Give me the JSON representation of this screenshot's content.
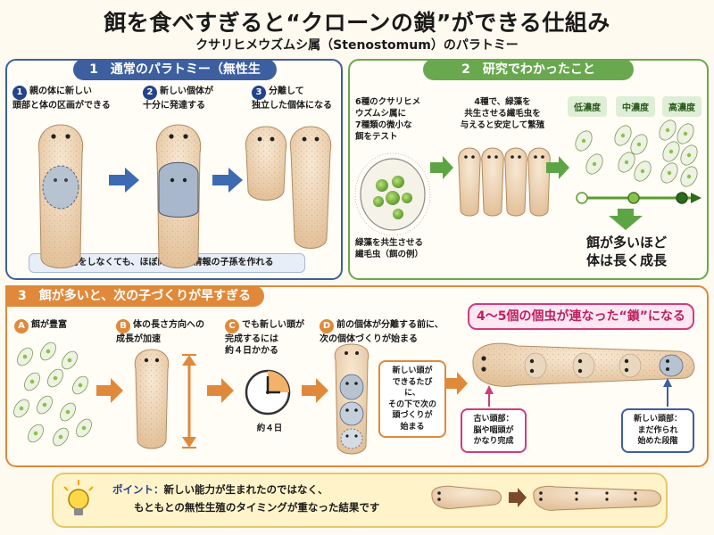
{
  "header": {
    "title": "餌を食べすぎると“クローンの鎖”ができる仕組み",
    "subtitle": "クサリヒメウズムシ属（Stenostomum）のパラトミー"
  },
  "panel1": {
    "title": "1　通常のパラトミー（無性生殖）",
    "steps": [
      {
        "num": "1",
        "text": "親の体に新しい\n頭部と体の区画ができる"
      },
      {
        "num": "2",
        "text": "新しい個体が\n十分に発達する"
      },
      {
        "num": "3",
        "text": "分離して\n独立した個体になる"
      }
    ],
    "note": "交尾をしなくても、ほぼ同じ遺伝情報の子孫を作れる"
  },
  "panel2": {
    "title": "2　研究でわかったこと",
    "left_text": "6種のクサリヒメ\nウズムシ属に\n7種類の微小な\n餌をテスト",
    "middle_text": "4種で、緑藻を\n共生させる繊毛虫を\n与えると安定して繁殖",
    "ciliate_caption": "緑藻を共生させる\n繊毛虫（餌の例）",
    "concentrations": [
      "低濃度",
      "中濃度",
      "高濃度"
    ],
    "conclusion": "餌が多いほど\n体は長く成長"
  },
  "panel3": {
    "title": "3　餌が多いと、次の子づくりが早すぎる",
    "steps": [
      {
        "letter": "A",
        "text": "餌が豊富"
      },
      {
        "letter": "B",
        "text": "体の長さ方向への\n成長が加速"
      },
      {
        "letter": "C",
        "text": "でも新しい頭が\n完成するには\n約４日かかる"
      },
      {
        "letter": "D",
        "text": "前の個体が分離する前に、\n次の個体づくりが始まる"
      }
    ],
    "clock_label": "約４日",
    "d_callout": "新しい頭が\nできるたびに、\nその下で次の\n頭づくりが\n始まる",
    "chain_banner": "4〜5個の個虫が連なった“鎖”になる",
    "old_head": "古い頭部：\n脳や咽頭が\nかなり完成",
    "new_head": "新しい頭部：\nまだ作られ\n始めた段階"
  },
  "point": {
    "label": "ポイント：",
    "line1": "新しい能力が生まれたのではなく、",
    "line2": "もともとの無性生殖のタイミングが重なった結果です"
  },
  "colors": {
    "blue": "#3d5f9f",
    "green": "#6aa84f",
    "orange": "#e0893a",
    "pink": "#d23b7b",
    "worm": "#f2dcc0"
  },
  "icons": [
    "lightbulb-icon",
    "arrow-right-icon",
    "clock-icon",
    "double-arrow-icon"
  ]
}
